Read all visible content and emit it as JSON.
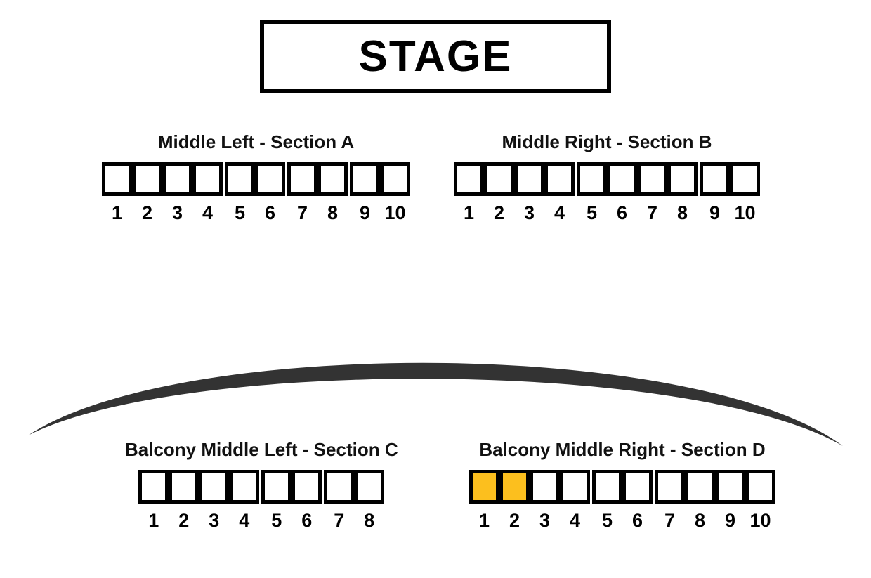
{
  "stage": {
    "label": "STAGE"
  },
  "colors": {
    "seat_available_fill": "#FFFFFF",
    "seat_selected_fill": "#FCBF1E",
    "seat_border": "#000000",
    "arc": "#333333",
    "text": "#111111",
    "background": "#FFFFFF"
  },
  "sections": [
    {
      "id": "A",
      "title": "Middle Left - Section A",
      "seat_count": 10,
      "groups": [
        4,
        2,
        2,
        2
      ],
      "seats": [
        {
          "number": "1",
          "state": "available"
        },
        {
          "number": "2",
          "state": "available"
        },
        {
          "number": "3",
          "state": "available"
        },
        {
          "number": "4",
          "state": "available"
        },
        {
          "number": "5",
          "state": "available"
        },
        {
          "number": "6",
          "state": "available"
        },
        {
          "number": "7",
          "state": "available"
        },
        {
          "number": "8",
          "state": "available"
        },
        {
          "number": "9",
          "state": "available"
        },
        {
          "number": "10",
          "state": "available"
        }
      ]
    },
    {
      "id": "B",
      "title": "Middle Right - Section B",
      "seat_count": 10,
      "groups": [
        4,
        4,
        2
      ],
      "seats": [
        {
          "number": "1",
          "state": "available"
        },
        {
          "number": "2",
          "state": "available"
        },
        {
          "number": "3",
          "state": "available"
        },
        {
          "number": "4",
          "state": "available"
        },
        {
          "number": "5",
          "state": "available"
        },
        {
          "number": "6",
          "state": "available"
        },
        {
          "number": "7",
          "state": "available"
        },
        {
          "number": "8",
          "state": "available"
        },
        {
          "number": "9",
          "state": "available"
        },
        {
          "number": "10",
          "state": "available"
        }
      ]
    },
    {
      "id": "C",
      "title": "Balcony Middle Left - Section C",
      "seat_count": 8,
      "groups": [
        4,
        2,
        2
      ],
      "seats": [
        {
          "number": "1",
          "state": "available"
        },
        {
          "number": "2",
          "state": "available"
        },
        {
          "number": "3",
          "state": "available"
        },
        {
          "number": "4",
          "state": "available"
        },
        {
          "number": "5",
          "state": "available"
        },
        {
          "number": "6",
          "state": "available"
        },
        {
          "number": "7",
          "state": "available"
        },
        {
          "number": "8",
          "state": "available"
        }
      ]
    },
    {
      "id": "D",
      "title": "Balcony Middle Right - Section D",
      "seat_count": 10,
      "groups": [
        4,
        2,
        4
      ],
      "seats": [
        {
          "number": "1",
          "state": "selected"
        },
        {
          "number": "2",
          "state": "selected"
        },
        {
          "number": "3",
          "state": "available"
        },
        {
          "number": "4",
          "state": "available"
        },
        {
          "number": "5",
          "state": "available"
        },
        {
          "number": "6",
          "state": "available"
        },
        {
          "number": "7",
          "state": "available"
        },
        {
          "number": "8",
          "state": "available"
        },
        {
          "number": "9",
          "state": "available"
        },
        {
          "number": "10",
          "state": "available"
        }
      ]
    }
  ],
  "divider": {
    "shape": "balcony-arc"
  }
}
